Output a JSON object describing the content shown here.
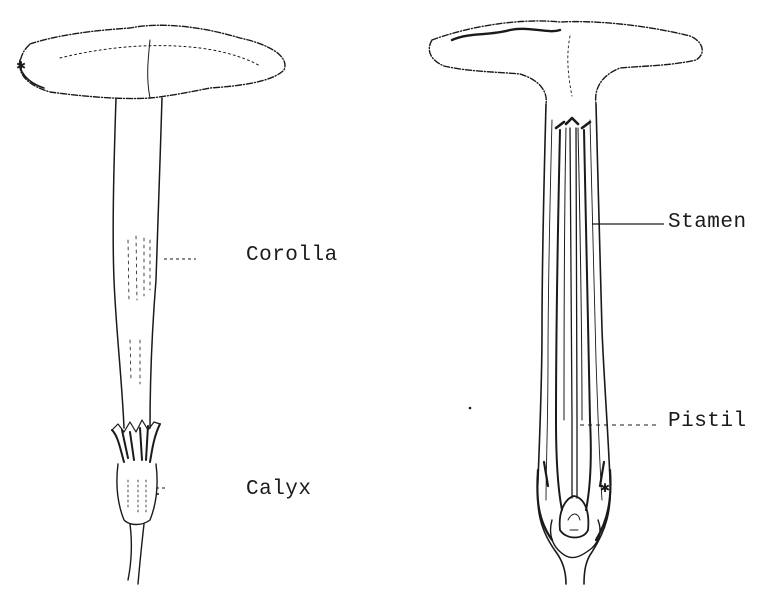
{
  "labels": {
    "corolla": "Corolla",
    "calyx": "Calyx",
    "stamen": "Stamen",
    "pistil": "Pistil"
  },
  "colors": {
    "ink": "#1a1a1a",
    "paper": "#ffffff"
  }
}
